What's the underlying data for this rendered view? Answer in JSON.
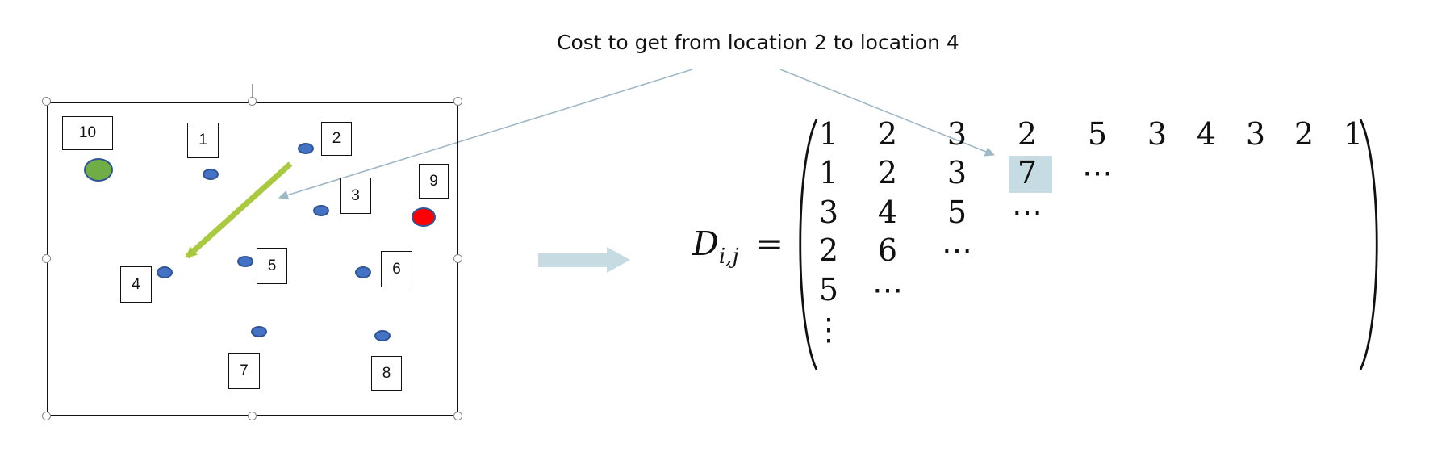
{
  "caption": "Cost to get from location 2 to location 4",
  "colors": {
    "location_dot": "#4472c4",
    "location_dot_border": "#2f5597",
    "start_location": "#70ad47",
    "end_location": "#ff0000",
    "path_arrow": "#a9c93e",
    "pointer_arrow": "#9fb8c6",
    "flow_arrow": "#c7dbe3",
    "highlight_cell": "#c7dbe3"
  },
  "map": {
    "locations": [
      {
        "label": "10",
        "dot": "start-location-green"
      },
      {
        "label": "1",
        "dot": "location-blue"
      },
      {
        "label": "2",
        "dot": "location-blue"
      },
      {
        "label": "3",
        "dot": "location-blue"
      },
      {
        "label": "9",
        "dot": "end-location-red"
      },
      {
        "label": "4",
        "dot": "location-blue"
      },
      {
        "label": "5",
        "dot": "location-blue"
      },
      {
        "label": "6",
        "dot": "location-blue"
      },
      {
        "label": "7",
        "dot": "location-blue"
      },
      {
        "label": "8",
        "dot": "location-blue"
      }
    ],
    "path": {
      "from": "2",
      "to": "4"
    }
  },
  "matrix": {
    "symbol": "D",
    "subscript": "i,j",
    "equals": "=",
    "rows": [
      [
        "1",
        "2",
        "3",
        "2",
        "5",
        "3",
        "4",
        "3",
        "2",
        "1"
      ],
      [
        "1",
        "2",
        "3",
        "7",
        "⋯"
      ],
      [
        "3",
        "4",
        "5",
        "⋯"
      ],
      [
        "2",
        "6",
        "⋯"
      ],
      [
        "5",
        "⋯"
      ],
      [
        "⋮"
      ]
    ],
    "highlighted_cell": {
      "row": 2,
      "col": 4,
      "value": "7"
    }
  }
}
